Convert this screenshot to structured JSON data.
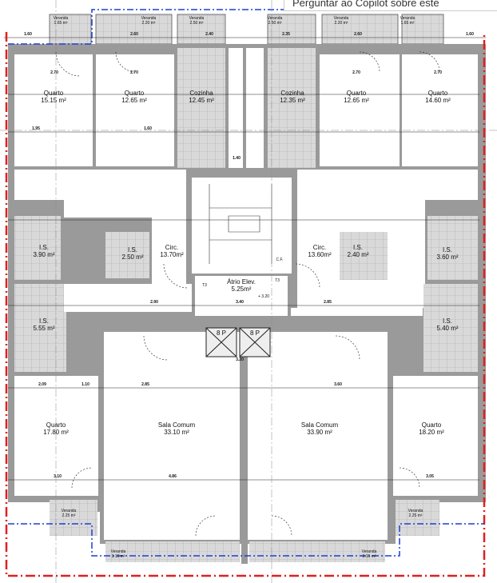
{
  "tooltip": {
    "text": "Perguntar ao Copilot sobre este"
  },
  "rooms": {
    "quarto_tl": {
      "name": "Quarto",
      "area": "15.15 m²"
    },
    "quarto_t2": {
      "name": "Quarto",
      "area": "12.65 m²"
    },
    "cozinha_l": {
      "name": "Cozinha",
      "area": "12.45 m²"
    },
    "cozinha_r": {
      "name": "Cozinha",
      "area": "12.35 m²"
    },
    "quarto_t3": {
      "name": "Quarto",
      "area": "12.65 m²"
    },
    "quarto_tr": {
      "name": "Quarto",
      "area": "14.60 m²"
    },
    "is_l1": {
      "name": "I.S.",
      "area": "3.90 m²"
    },
    "is_l2": {
      "name": "I.S.",
      "area": "2.50 m²"
    },
    "circ_l": {
      "name": "Circ.",
      "area": "13.70m²"
    },
    "circ_r": {
      "name": "Circ.",
      "area": "13.60m²"
    },
    "is_r2": {
      "name": "I.S.",
      "area": "2.40 m²"
    },
    "is_r1": {
      "name": "I.S.",
      "area": "3.60 m²"
    },
    "is_l3": {
      "name": "I.S.",
      "area": "5.55 m²"
    },
    "is_r3": {
      "name": "I.S.",
      "area": "5.40 m²"
    },
    "atrio": {
      "name": "Átrio Elev.",
      "area": "5.25m²"
    },
    "quarto_bl": {
      "name": "Quarto",
      "area": "17.80 m²"
    },
    "sala_l": {
      "name": "Sala Comum",
      "area": "33.10 m²"
    },
    "sala_r": {
      "name": "Sala Comum",
      "area": "33.90 m²"
    },
    "quarto_br": {
      "name": "Quarto",
      "area": "18.20 m²"
    },
    "veranda_t1": {
      "name": "Veranda",
      "area": "1.65 m²"
    },
    "veranda_t2": {
      "name": "Veranda",
      "area": "2.20 m²"
    },
    "veranda_t3": {
      "name": "Veranda",
      "area": "2.50 m²"
    },
    "veranda_t4": {
      "name": "Veranda",
      "area": "2.50 m²"
    },
    "veranda_t5": {
      "name": "Veranda",
      "area": "2.20 m²"
    },
    "veranda_t6": {
      "name": "Veranda",
      "area": "1.65 m²"
    },
    "veranda_b1": {
      "name": "Veranda",
      "area": "2.25 m²"
    },
    "veranda_b2": {
      "name": "Veranda",
      "area": "3.15 m²"
    },
    "veranda_b3": {
      "name": "Veranda",
      "area": "3.15 m²"
    },
    "veranda_b4": {
      "name": "Veranda",
      "area": "2.25 m²"
    }
  },
  "labels": {
    "cf": "C.F.",
    "elev1": "8 P",
    "elev2": "8 P",
    "t3_left": "T3",
    "t3_right": "T3",
    "level": "+ 3.20"
  },
  "dims": [
    "1.60",
    "2.60",
    "2.40",
    "2.35",
    "2.60",
    "1.60",
    "2.70",
    "2.70",
    "2.70",
    "2.70",
    "1.95",
    "1.60",
    "1.40",
    "3.20",
    "2.90",
    "2.85",
    "3.40",
    "2.09",
    "2.85",
    "3.60",
    "1.10",
    "4.86",
    "3.10",
    "3.05"
  ],
  "colors": {
    "wall": "#9a9a9a",
    "wet": "#d9d9d9",
    "boundary": "#e02020",
    "limit": "#1a3fd6"
  }
}
